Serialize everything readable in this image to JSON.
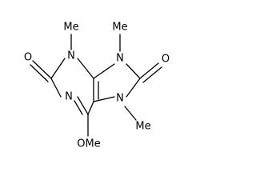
{
  "molecule": {
    "atoms": {
      "n3": "N",
      "n1": "N",
      "n9": "N",
      "n7": "N",
      "o2": "O",
      "o8": "O",
      "ome": "OMe",
      "me_n3": "Me",
      "me_n9": "Me",
      "me_n7": "Me"
    },
    "colors": {
      "bond": "#000000",
      "label": "#000000",
      "background": "#ffffff"
    }
  }
}
